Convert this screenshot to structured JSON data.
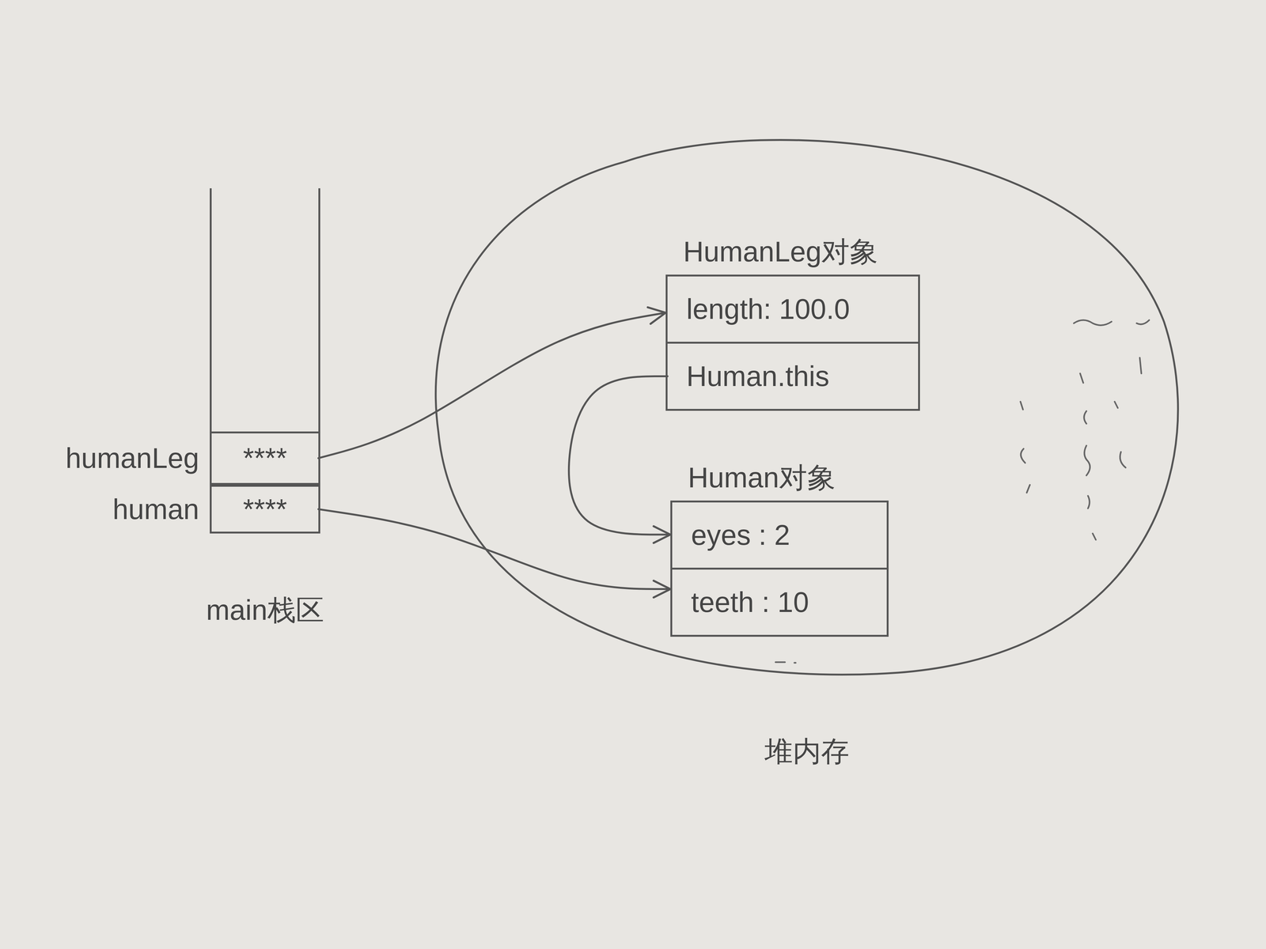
{
  "diagram": {
    "nodes": [
      {
        "text": [
          "main栈区"
        ]
      },
      {
        "text": [
          "humanLeg",
          "****"
        ],
        "in": 0
      },
      {
        "text": [
          "human",
          "****"
        ],
        "in": 0
      },
      {
        "text": [
          "堆内存"
        ]
      },
      {
        "text": [
          "HumanLeg对象"
        ],
        "in": 3
      },
      {
        "text": [
          "length: 100.0"
        ],
        "in": 4
      },
      {
        "text": [
          "Human.this"
        ],
        "in": 4
      },
      {
        "text": [
          "Human对象"
        ],
        "in": 3
      },
      {
        "text": [
          "eyes : 2"
        ],
        "in": 7
      },
      {
        "text": [
          "teeth : 10"
        ],
        "in": 7
      }
    ],
    "edges": [
      {
        "from": 1,
        "to": 4,
        "arrow": "to"
      },
      {
        "from": 2,
        "to": 7,
        "arrow": "to"
      },
      {
        "from": 6,
        "to": 7,
        "arrow": "to"
      }
    ]
  }
}
